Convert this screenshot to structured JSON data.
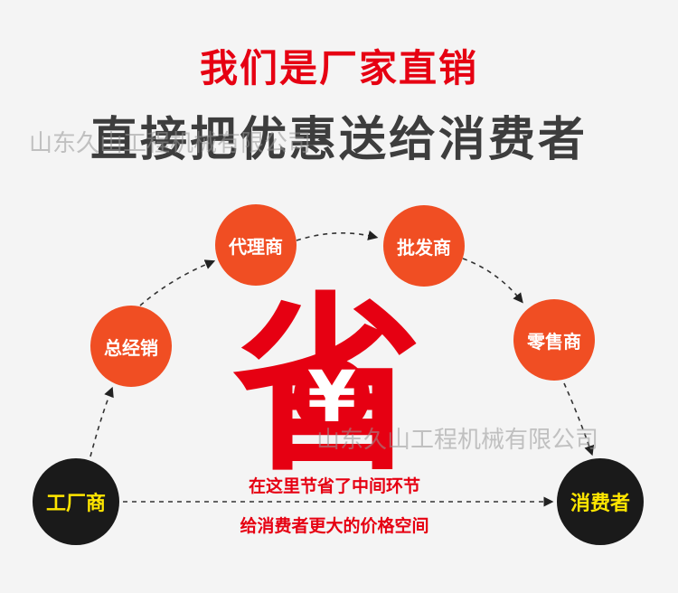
{
  "header": {
    "title_main": "我们是厂家直销",
    "title_sub": "直接把优惠送给消费者"
  },
  "watermark": {
    "text_top": "山东久山工程机械有限公司",
    "text_bottom": "山东久山工程机械有限公司"
  },
  "chain": {
    "factory": "工厂商",
    "general_distributor": "总经销",
    "agent": "代理商",
    "wholesaler": "批发商",
    "retailer": "零售商",
    "consumer": "消费者"
  },
  "center": {
    "big_char": "省",
    "currency": "¥"
  },
  "bottom": {
    "line1": "在这里节省了中间环节",
    "line2": "给消费者更大的价格空间"
  },
  "colors": {
    "red": "#e60012",
    "orange": "#f04e23",
    "dark": "#1a1a1a",
    "yellow": "#ffe600"
  }
}
